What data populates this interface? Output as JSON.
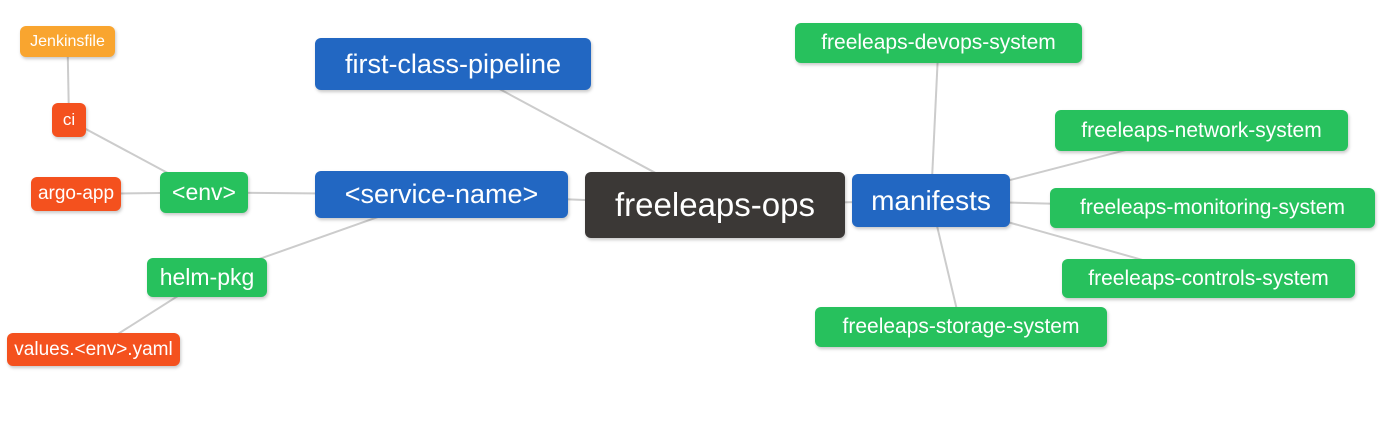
{
  "diagram": {
    "type": "mindmap",
    "root": "freeleaps-ops",
    "palette": {
      "dark": "#3B3836",
      "blue": "#2267C2",
      "green": "#27C15D",
      "red": "#F4511E",
      "orange": "#F9A52F",
      "text": "#FFFFFF",
      "edge": "#CCCCCC",
      "background": "#FFFFFF"
    },
    "nodes": {
      "freeleaps_ops": {
        "label": "freeleaps-ops",
        "color": "dark",
        "level": "root"
      },
      "first_class_pipeline": {
        "label": "first-class-pipeline",
        "color": "blue",
        "level": "branch"
      },
      "service_name": {
        "label": "<service-name>",
        "color": "blue",
        "level": "branch"
      },
      "manifests": {
        "label": "manifests",
        "color": "blue",
        "level": "branch"
      },
      "env": {
        "label": "<env>",
        "color": "green",
        "level": "leaf"
      },
      "helm_pkg": {
        "label": "helm-pkg",
        "color": "green",
        "level": "leaf"
      },
      "ci": {
        "label": "ci",
        "color": "red",
        "level": "leaf"
      },
      "argo_app": {
        "label": "argo-app",
        "color": "red",
        "level": "leaf"
      },
      "jenkinsfile": {
        "label": "Jenkinsfile",
        "color": "orange",
        "level": "leaf"
      },
      "values_env_yaml": {
        "label": "values.<env>.yaml",
        "color": "red",
        "level": "leaf"
      },
      "devops_system": {
        "label": "freeleaps-devops-system",
        "color": "green",
        "level": "leaf"
      },
      "network_system": {
        "label": "freeleaps-network-system",
        "color": "green",
        "level": "leaf"
      },
      "monitoring_system": {
        "label": "freeleaps-monitoring-system",
        "color": "green",
        "level": "leaf"
      },
      "controls_system": {
        "label": "freeleaps-controls-system",
        "color": "green",
        "level": "leaf"
      },
      "storage_system": {
        "label": "freeleaps-storage-system",
        "color": "green",
        "level": "leaf"
      }
    },
    "edges": [
      [
        "jenkinsfile",
        "ci"
      ],
      [
        "ci",
        "env"
      ],
      [
        "argo_app",
        "env"
      ],
      [
        "env",
        "service_name"
      ],
      [
        "helm_pkg",
        "service_name"
      ],
      [
        "values_env_yaml",
        "helm_pkg"
      ],
      [
        "first_class_pipeline",
        "freeleaps_ops"
      ],
      [
        "service_name",
        "freeleaps_ops"
      ],
      [
        "freeleaps_ops",
        "manifests"
      ],
      [
        "manifests",
        "devops_system"
      ],
      [
        "manifests",
        "network_system"
      ],
      [
        "manifests",
        "monitoring_system"
      ],
      [
        "manifests",
        "controls_system"
      ],
      [
        "manifests",
        "storage_system"
      ]
    ]
  }
}
